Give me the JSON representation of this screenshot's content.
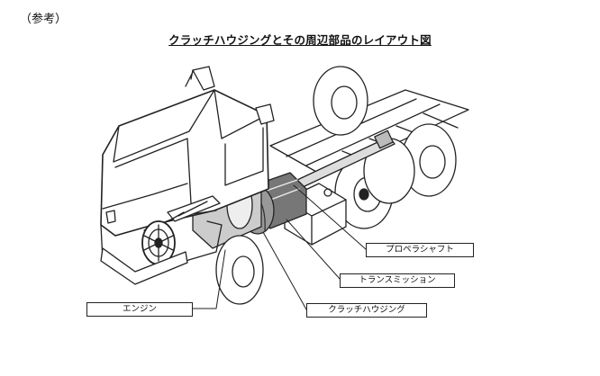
{
  "header": {
    "reference_note": "（参考）",
    "title": "クラッチハウジングとその周辺部品のレイアウト図"
  },
  "callouts": {
    "propeller_shaft": "プロペラシャフト",
    "transmission": "トランスミッション",
    "clutch_housing": "クラッチハウジング",
    "engine": "エンジン"
  }
}
